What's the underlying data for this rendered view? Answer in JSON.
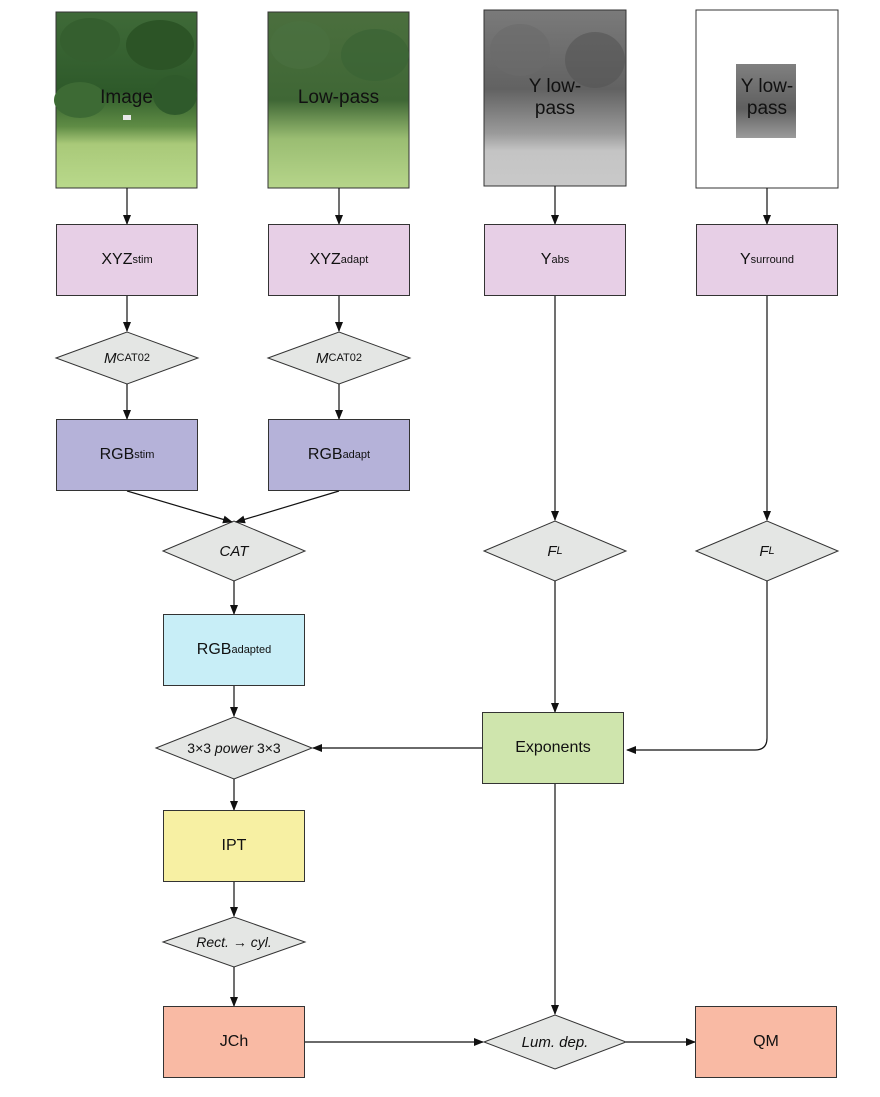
{
  "colors": {
    "xyz_box": "#e7cfe6",
    "rgb_box": "#b5b2d9",
    "adapted_box": "#c8eef7",
    "ipt_box": "#f7f0a3",
    "output_box": "#f9baa4",
    "exponents_box": "#cfe5ad",
    "diamond": "#e4e6e4"
  },
  "images": {
    "image": "Image",
    "lowpass": "Low-pass",
    "ylowpass": "Y low-pass",
    "ylowpass_small": "Y low-pass"
  },
  "boxes": {
    "xyz_stim": {
      "main": "XYZ",
      "sub": "stim"
    },
    "xyz_adapt": {
      "main": "XYZ",
      "sub": "adapt"
    },
    "y_abs": {
      "main": "Y",
      "sub": "abs"
    },
    "y_surround": {
      "main": "Y",
      "sub": "surround"
    },
    "rgb_stim": {
      "main": "RGB",
      "sub": "stim"
    },
    "rgb_adapt": {
      "main": "RGB",
      "sub": "adapt"
    },
    "rgb_adapted": {
      "main": "RGB",
      "sub": "adapted"
    },
    "exponents": "Exponents",
    "ipt": "IPT",
    "jch": "JCh",
    "qm": "QM"
  },
  "diamonds": {
    "mcat02_1": {
      "main": "M",
      "sub": "CAT02"
    },
    "mcat02_2": {
      "main": "M",
      "sub": "CAT02"
    },
    "cat": "CAT",
    "fl_1": {
      "main": "F",
      "sub": "L"
    },
    "fl_2": {
      "main": "F",
      "sub": "L"
    },
    "power": {
      "pre": "3×3 ",
      "mid": "power",
      "post": " 3×3"
    },
    "rect_cyl": "Rect. → cyl.",
    "lum_dep": "Lum. dep."
  }
}
